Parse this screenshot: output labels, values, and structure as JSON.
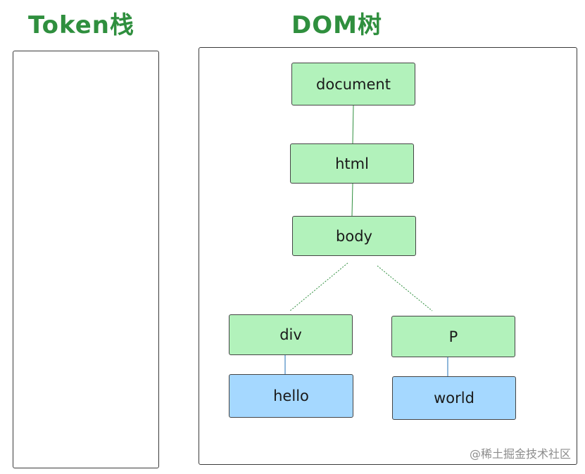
{
  "titles": {
    "token_stack": "Token栈",
    "dom_tree": "DOM树"
  },
  "nodes": {
    "document": "document",
    "html": "html",
    "body": "body",
    "div": "div",
    "p": "P",
    "hello": "hello",
    "world": "world"
  },
  "colors": {
    "title": "#2f8f3e",
    "element_fill": "#b2f2bb",
    "text_fill": "#a5d8ff",
    "edge": "#2f8f3e"
  },
  "watermark": "@稀土掘金技术社区"
}
